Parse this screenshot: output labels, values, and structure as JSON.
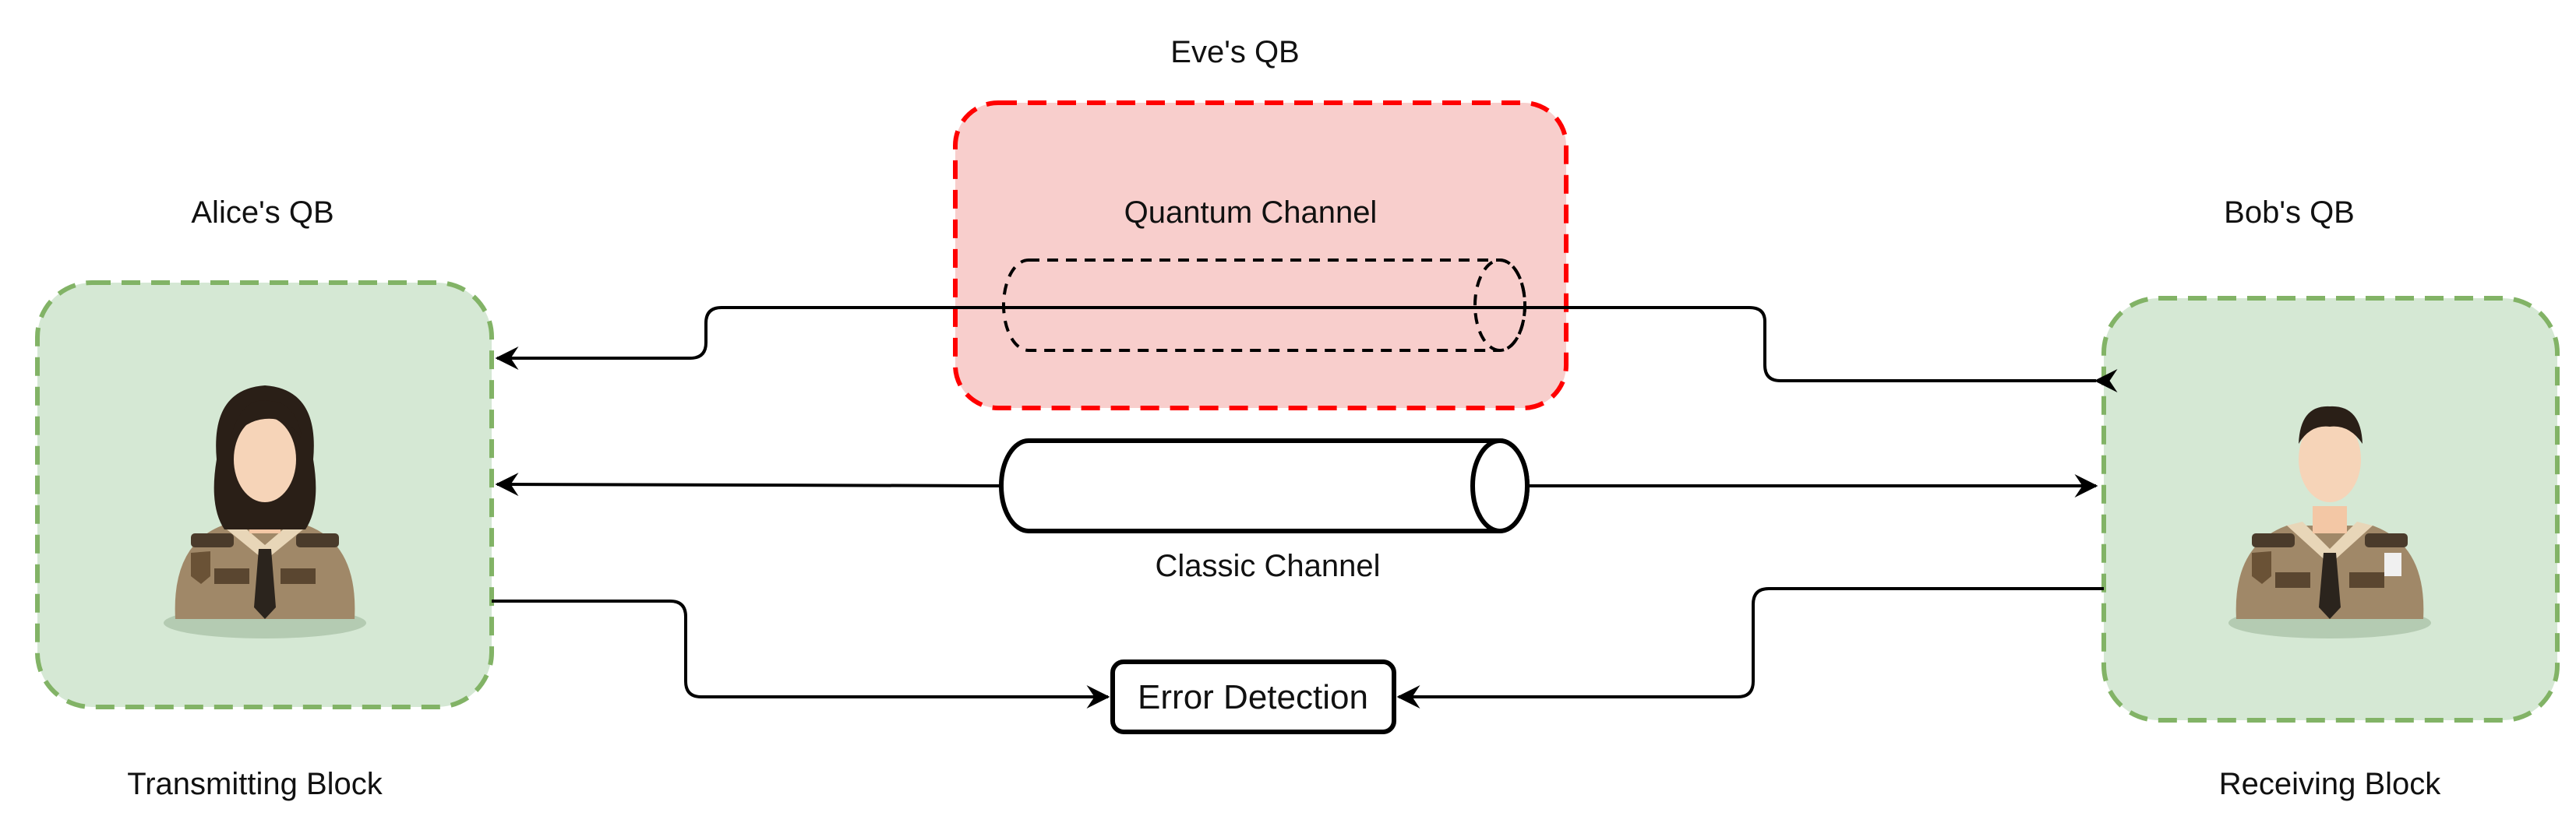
{
  "labels": {
    "eve": "Eve's QB",
    "alice": "Alice's QB",
    "bob": "Bob's QB",
    "quantum_channel": "Quantum Channel",
    "classic_channel": "Classic Channel",
    "error_detection": "Error Detection",
    "transmitting_block": "Transmitting Block",
    "receiving_block": "Receiving Block"
  },
  "icons": {
    "alice": "female-officer-icon",
    "bob": "male-officer-icon"
  },
  "colors": {
    "party_block_fill": "#d5e8d4",
    "party_block_border": "#82b366",
    "eve_block_fill": "#f8cecc",
    "eve_block_border": "#ff0000",
    "line": "#000000"
  }
}
